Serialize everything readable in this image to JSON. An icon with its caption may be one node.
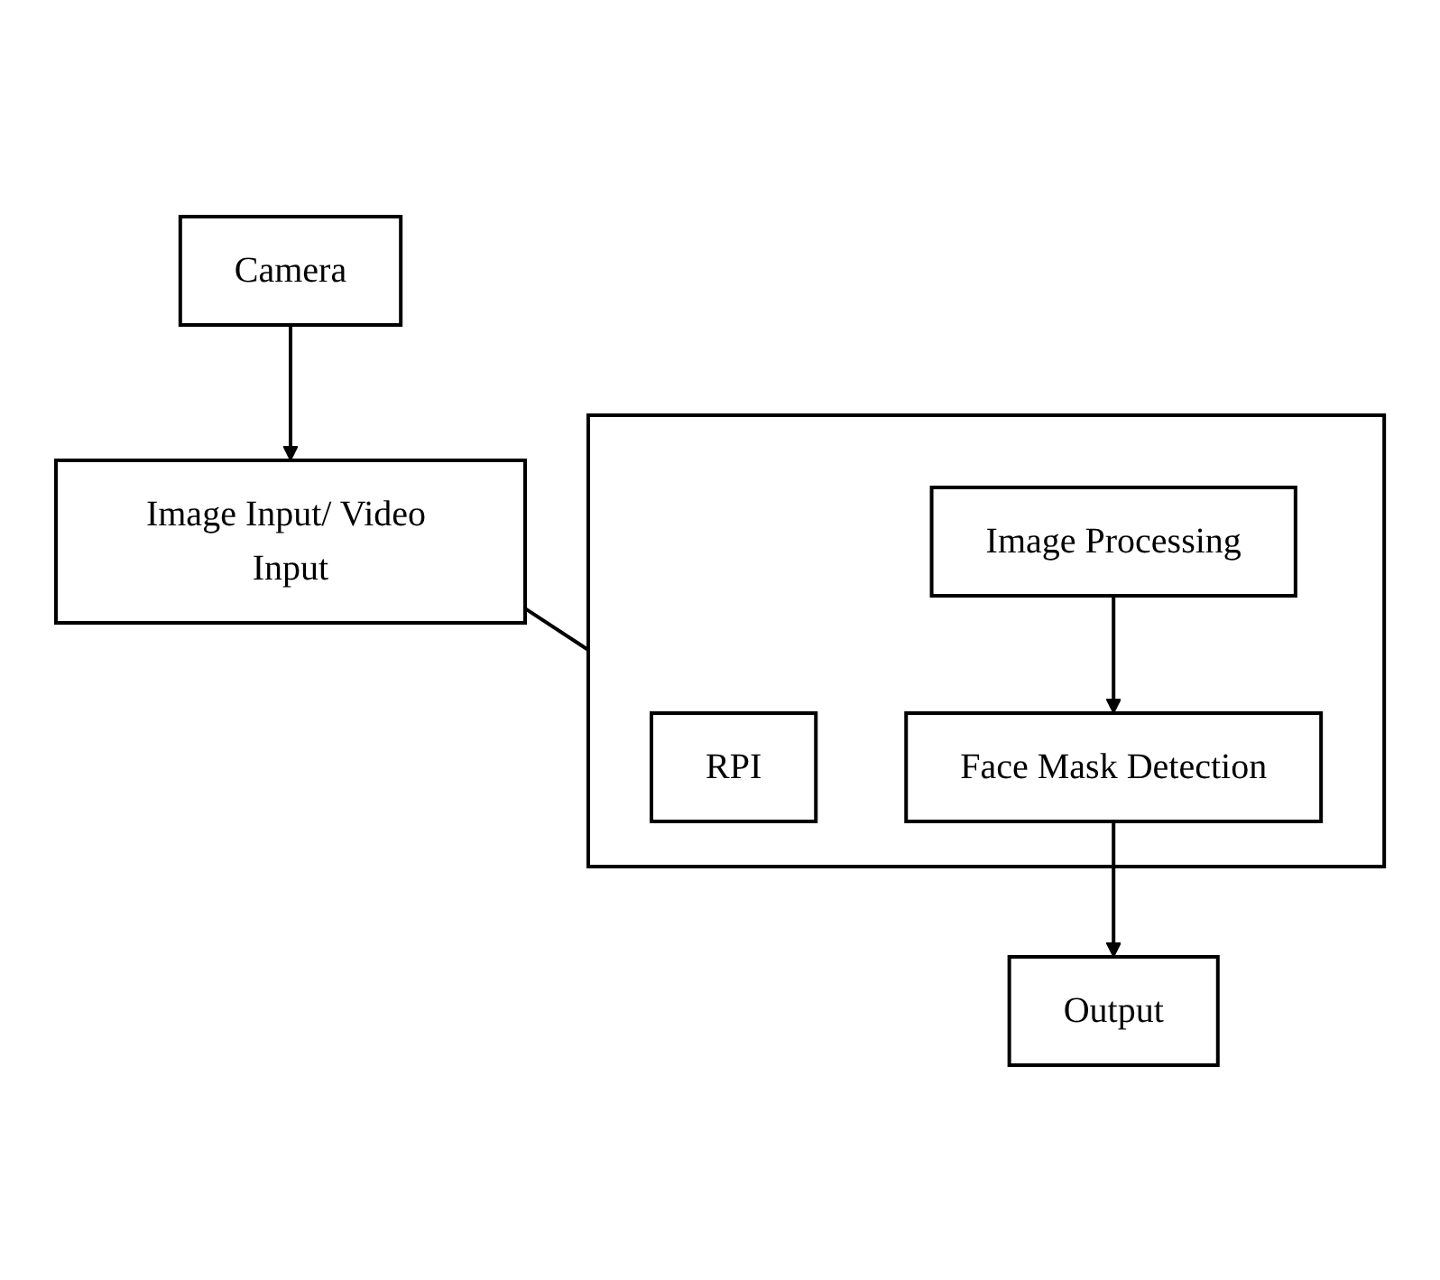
{
  "diagram": {
    "nodes": [
      {
        "text": [
          "Camera"
        ]
      },
      {
        "text": [
          "Image Input/ Video Input"
        ]
      },
      {
        "text": [],
        "shape": "box"
      },
      {
        "text": [
          "RPI"
        ],
        "in": 2
      },
      {
        "text": [
          "Image Processing"
        ],
        "in": 2
      },
      {
        "text": [
          "Face Mask Detection"
        ],
        "in": 2
      },
      {
        "text": [
          "Output"
        ]
      }
    ],
    "edges": [
      {
        "from": 0,
        "to": 1,
        "arrow": "to"
      },
      {
        "from": 1,
        "to": 2,
        "arrow": "none"
      },
      {
        "from": 4,
        "to": 5,
        "arrow": "to"
      },
      {
        "from": 5,
        "to": 6,
        "arrow": "to"
      }
    ]
  }
}
